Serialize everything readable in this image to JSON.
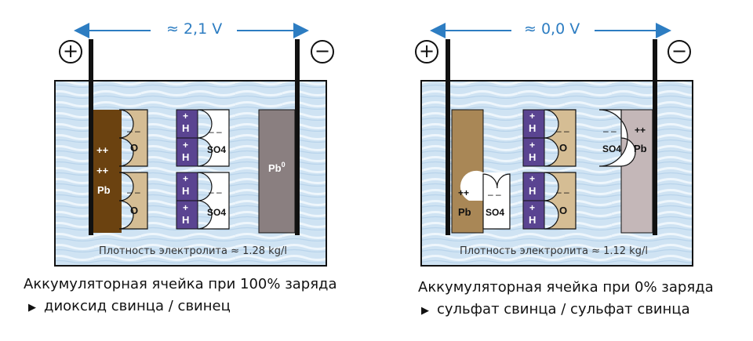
{
  "left": {
    "voltage": "≈ 2,1 V",
    "plus_symbol": "+",
    "minus_symbol": "−",
    "density": "Плотность электролита ≈ 1.28 kg/l",
    "caption": "Аккумуляторная ячейка при 100% заряда",
    "bullet": "▶",
    "subcaption": "диоксид свинца / свинец",
    "plate_positive": {
      "charge_top": "++",
      "charge_mid": "++",
      "element": "Pb",
      "oxygen_charge": "– –",
      "oxygen": "O"
    },
    "electrolyte": {
      "h_charge": "+",
      "h": "H",
      "sulfate_charge": "– –",
      "sulfate": "SO4"
    },
    "plate_negative": {
      "element": "Pb",
      "superscript": "0"
    }
  },
  "right": {
    "voltage": "≈ 0,0 V",
    "plus_symbol": "+",
    "minus_symbol": "−",
    "density": "Плотность электролита ≈ 1.12 kg/l",
    "caption": "Аккумуляторная ячейка при 0% заряда",
    "bullet": "▶",
    "subcaption": "сульфат свинца / сульфат свинца",
    "plate_positive": {
      "charge": "++",
      "element": "Pb",
      "sulfate_charge": "– –",
      "sulfate": "SO4"
    },
    "electrolyte": {
      "h_charge": "+",
      "h": "H",
      "oxygen_charge": "– –",
      "oxygen": "O"
    },
    "plate_negative": {
      "charge": "++",
      "element": "Pb",
      "sulfate_charge": "– –",
      "sulfate": "SO4"
    }
  },
  "colors": {
    "water": "#cfe3f3",
    "pbo2": "#6b4210",
    "lead": "#8a7f80",
    "pbso4": "#a98756",
    "pbso4_neg": "#c4b7b8",
    "proton": "#5a4491",
    "oxygen": "#d5bd94",
    "arrow": "#2d7dc2"
  }
}
